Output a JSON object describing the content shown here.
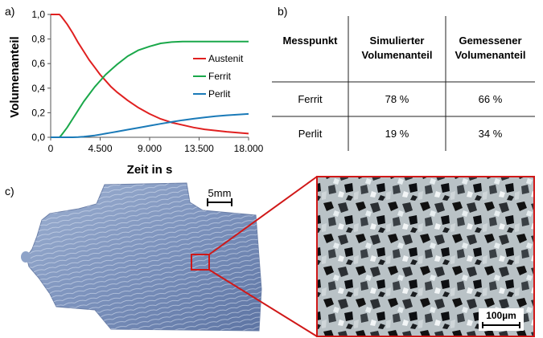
{
  "figure": {
    "panel_a_label": "a)",
    "panel_b_label": "b)",
    "panel_c_label": "c)"
  },
  "chart_data": {
    "type": "line",
    "xlabel": "Zeit in s",
    "ylabel": "Volumenanteil",
    "xlim": [
      0,
      18000
    ],
    "ylim": [
      0,
      1.0
    ],
    "x_ticks": [
      "0",
      "4.500",
      "9.000",
      "13.500",
      "18.000"
    ],
    "x_tick_values": [
      0,
      4500,
      9000,
      13500,
      18000
    ],
    "y_ticks": [
      "0,0",
      "0,2",
      "0,4",
      "0,6",
      "0,8",
      "1,0"
    ],
    "y_tick_values": [
      0,
      0.2,
      0.4,
      0.6,
      0.8,
      1.0
    ],
    "grid": false,
    "legend_position": "right",
    "x": [
      0,
      500,
      800,
      1000,
      1500,
      2000,
      2500,
      3000,
      3500,
      4000,
      4500,
      5000,
      5500,
      6000,
      7000,
      8000,
      9000,
      10000,
      11000,
      12000,
      13000,
      14000,
      15000,
      16000,
      17000,
      18000
    ],
    "series": [
      {
        "name": "Austenit",
        "color": "#e02020",
        "values": [
          1.0,
          1.0,
          1.0,
          0.98,
          0.92,
          0.85,
          0.77,
          0.7,
          0.63,
          0.57,
          0.51,
          0.46,
          0.41,
          0.37,
          0.3,
          0.24,
          0.19,
          0.15,
          0.12,
          0.1,
          0.08,
          0.065,
          0.055,
          0.045,
          0.038,
          0.03
        ]
      },
      {
        "name": "Ferrit",
        "color": "#1aa84a",
        "values": [
          0.0,
          0.0,
          0.0,
          0.02,
          0.08,
          0.15,
          0.22,
          0.29,
          0.35,
          0.41,
          0.46,
          0.51,
          0.55,
          0.59,
          0.66,
          0.71,
          0.74,
          0.765,
          0.775,
          0.78,
          0.78,
          0.78,
          0.78,
          0.78,
          0.78,
          0.78
        ]
      },
      {
        "name": "Perlit",
        "color": "#1a7ab8",
        "values": [
          0.0,
          0.0,
          0.0,
          0.0,
          0.0,
          0.0,
          0.002,
          0.005,
          0.01,
          0.015,
          0.022,
          0.03,
          0.038,
          0.046,
          0.062,
          0.078,
          0.094,
          0.11,
          0.125,
          0.139,
          0.151,
          0.162,
          0.171,
          0.179,
          0.185,
          0.19
        ]
      }
    ]
  },
  "table": {
    "headers": [
      "Messpunkt",
      "Simulierter Volumenanteil",
      "Gemessener Volumenanteil"
    ],
    "header_lines": [
      [
        "Messpunkt"
      ],
      [
        "Simulierter",
        "Volumenanteil"
      ],
      [
        "Gemessener",
        "Volumenanteil"
      ]
    ],
    "rows": [
      [
        "Ferrit",
        "78 %",
        "66 %"
      ],
      [
        "Perlit",
        "19 %",
        "34 %"
      ]
    ]
  },
  "images": {
    "part_scale_label": "5mm",
    "micro_scale_label": "100µm"
  }
}
